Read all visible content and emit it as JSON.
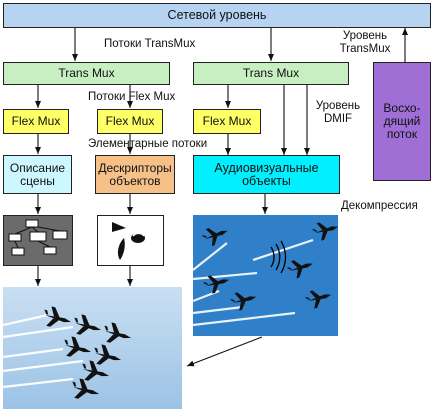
{
  "labels": {
    "network_level": "Сетевой уровень",
    "transmux_streams": "Потоки TransMux",
    "transmux_level_line1": "Уровень",
    "transmux_level_line2": "TransMux",
    "trans_mux_left": "Trans Mux",
    "trans_mux_right": "Trans Mux",
    "flexmux_streams": "Потоки Flex Mux",
    "dmif_level_line1": "Уровень",
    "dmif_level_line2": "DMIF",
    "uplink_line1": "Восхо-",
    "uplink_line2": "дящий",
    "uplink_line3": "поток",
    "flex_mux_1": "Flex Mux",
    "flex_mux_2": "Flex Mux",
    "flex_mux_3": "Flex Mux",
    "elementary_streams": "Элементарные потоки",
    "scene_desc_line1": "Описание",
    "scene_desc_line2": "сцены",
    "descriptors_line1": "Дескрипторы",
    "descriptors_line2": "объектов",
    "av_objects_line1": "Аудиовизуальные",
    "av_objects_line2": "объекты",
    "decompression": "Декомпрессия"
  },
  "colors": {
    "network": "#b7d3f2",
    "transmux": "#c7efc2",
    "flexmux": "#ffff66",
    "scene": "#ccf7ff",
    "descriptors": "#f6c089",
    "av_objects": "#00f0ff",
    "uplink": "#a06fd6",
    "scene_graph_bg": "#6b6b6b",
    "sky": "#2f7fc9"
  }
}
